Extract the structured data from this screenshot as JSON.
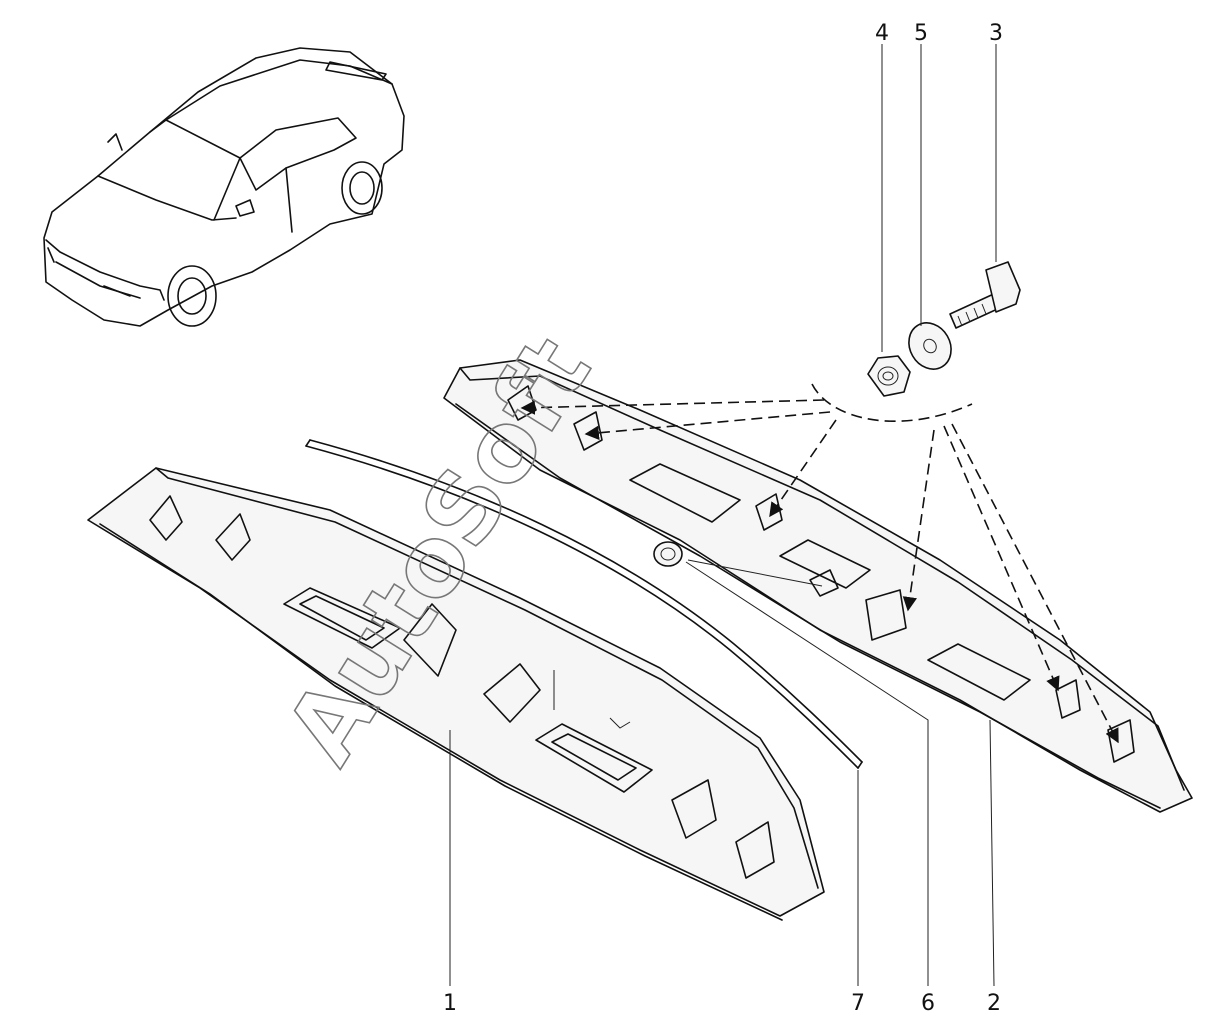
{
  "watermark": "AutoSoft",
  "callouts": [
    {
      "id": "1",
      "text": "1"
    },
    {
      "id": "2",
      "text": "2"
    },
    {
      "id": "3",
      "text": "3"
    },
    {
      "id": "4",
      "text": "4"
    },
    {
      "id": "5",
      "text": "5"
    },
    {
      "id": "6",
      "text": "6"
    },
    {
      "id": "7",
      "text": "7"
    }
  ]
}
